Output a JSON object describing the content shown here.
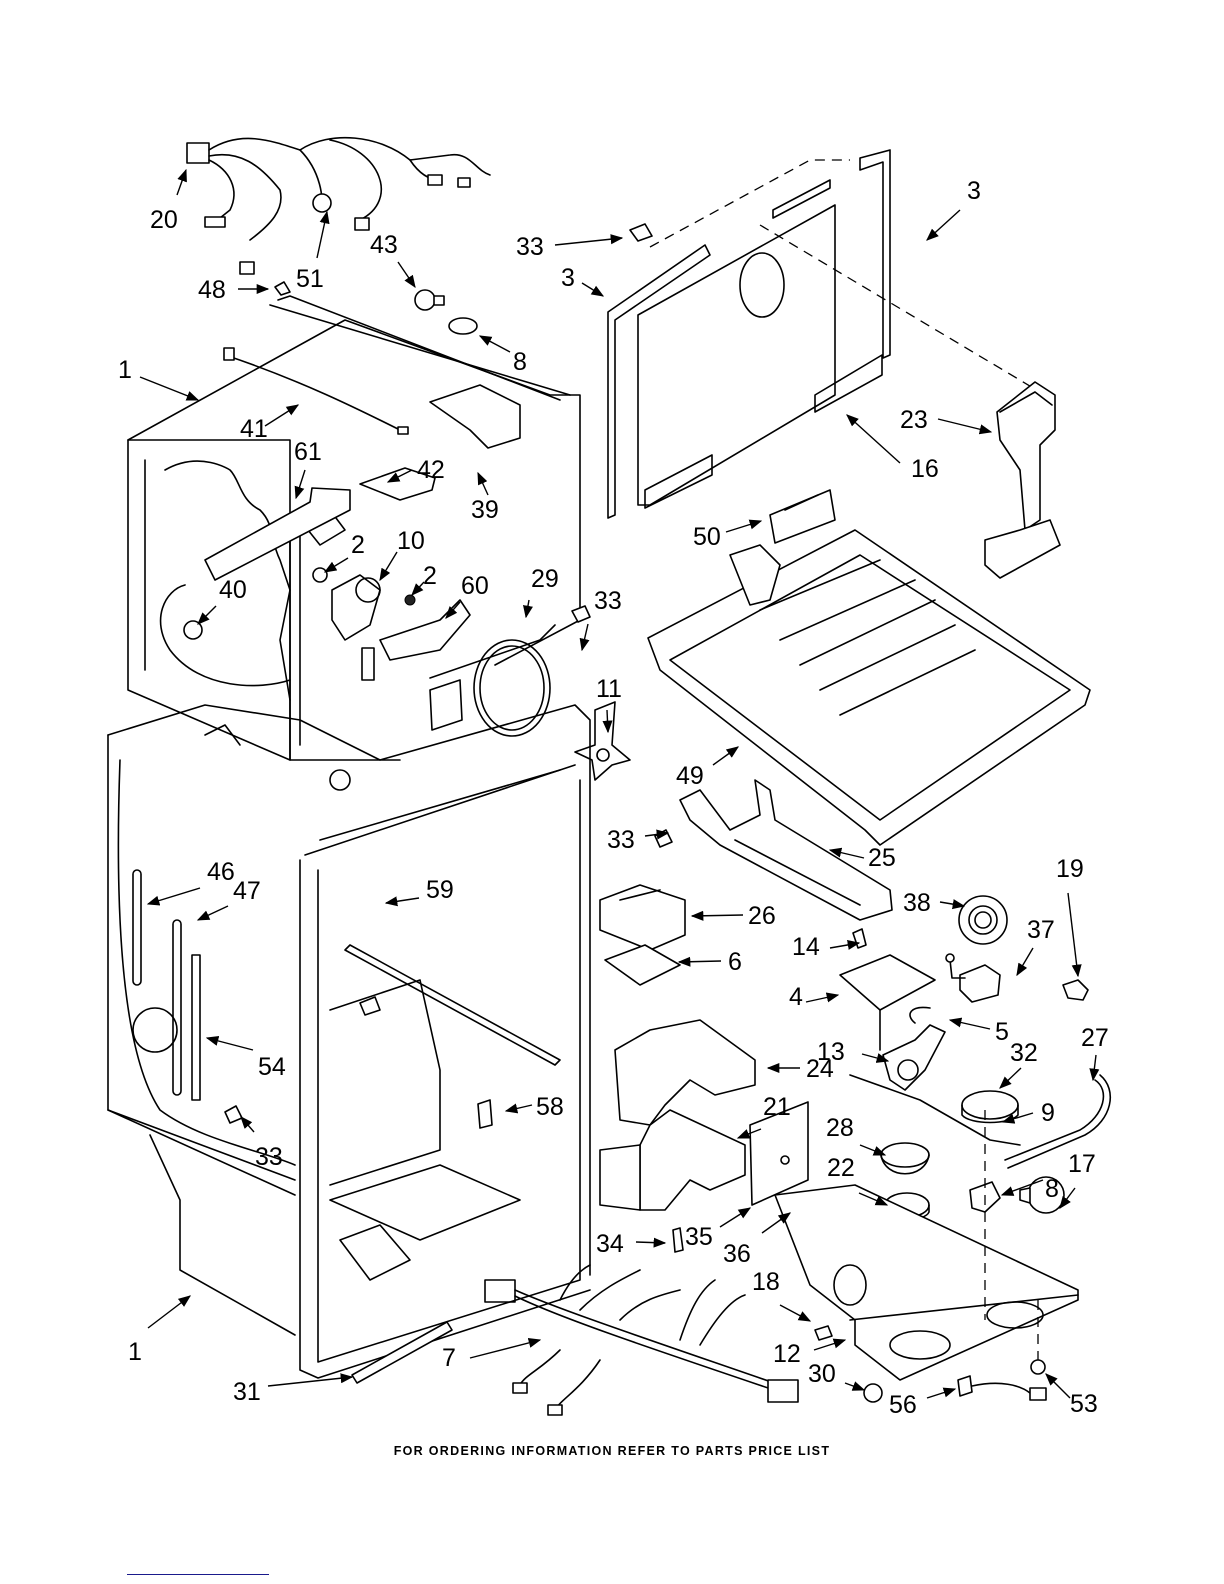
{
  "document": {
    "type": "exploded parts diagram",
    "footer_note": "FOR ORDERING INFORMATION REFER TO PARTS PRICE LIST",
    "link_underline_color": "#1a1a8c"
  },
  "callouts": [
    {
      "id": "c20",
      "label": "20"
    },
    {
      "id": "c51",
      "label": "51"
    },
    {
      "id": "c48",
      "label": "48"
    },
    {
      "id": "c43",
      "label": "43"
    },
    {
      "id": "c8a",
      "label": "8"
    },
    {
      "id": "c33a",
      "label": "33"
    },
    {
      "id": "c3a",
      "label": "3"
    },
    {
      "id": "c3b",
      "label": "3"
    },
    {
      "id": "c1a",
      "label": "1"
    },
    {
      "id": "c41",
      "label": "41"
    },
    {
      "id": "c61",
      "label": "61"
    },
    {
      "id": "c42",
      "label": "42"
    },
    {
      "id": "c39",
      "label": "39"
    },
    {
      "id": "c23",
      "label": "23"
    },
    {
      "id": "c16",
      "label": "16"
    },
    {
      "id": "c50",
      "label": "50"
    },
    {
      "id": "c2a",
      "label": "2"
    },
    {
      "id": "c10",
      "label": "10"
    },
    {
      "id": "c2b",
      "label": "2"
    },
    {
      "id": "c60",
      "label": "60"
    },
    {
      "id": "c29",
      "label": "29"
    },
    {
      "id": "c33b",
      "label": "33"
    },
    {
      "id": "c40",
      "label": "40"
    },
    {
      "id": "c11",
      "label": "11"
    },
    {
      "id": "c49",
      "label": "49"
    },
    {
      "id": "c33c",
      "label": "33"
    },
    {
      "id": "c25",
      "label": "25"
    },
    {
      "id": "c19",
      "label": "19"
    },
    {
      "id": "c46",
      "label": "46"
    },
    {
      "id": "c47",
      "label": "47"
    },
    {
      "id": "c59",
      "label": "59"
    },
    {
      "id": "c26",
      "label": "26"
    },
    {
      "id": "c38",
      "label": "38"
    },
    {
      "id": "c37",
      "label": "37"
    },
    {
      "id": "c14",
      "label": "14"
    },
    {
      "id": "c6",
      "label": "6"
    },
    {
      "id": "c4",
      "label": "4"
    },
    {
      "id": "c5",
      "label": "5"
    },
    {
      "id": "c27",
      "label": "27"
    },
    {
      "id": "c54",
      "label": "54"
    },
    {
      "id": "c13",
      "label": "13"
    },
    {
      "id": "c32",
      "label": "32"
    },
    {
      "id": "c24",
      "label": "24"
    },
    {
      "id": "c58",
      "label": "58"
    },
    {
      "id": "c21",
      "label": "21"
    },
    {
      "id": "c9",
      "label": "9"
    },
    {
      "id": "c28",
      "label": "28"
    },
    {
      "id": "c17",
      "label": "17"
    },
    {
      "id": "c33d",
      "label": "33"
    },
    {
      "id": "c22",
      "label": "22"
    },
    {
      "id": "c8b",
      "label": "8"
    },
    {
      "id": "c34",
      "label": "34"
    },
    {
      "id": "c35",
      "label": "35"
    },
    {
      "id": "c36",
      "label": "36"
    },
    {
      "id": "c18",
      "label": "18"
    },
    {
      "id": "c1b",
      "label": "1"
    },
    {
      "id": "c7",
      "label": "7"
    },
    {
      "id": "c12",
      "label": "12"
    },
    {
      "id": "c31",
      "label": "31"
    },
    {
      "id": "c30",
      "label": "30"
    },
    {
      "id": "c56",
      "label": "56"
    },
    {
      "id": "c53",
      "label": "53"
    }
  ]
}
